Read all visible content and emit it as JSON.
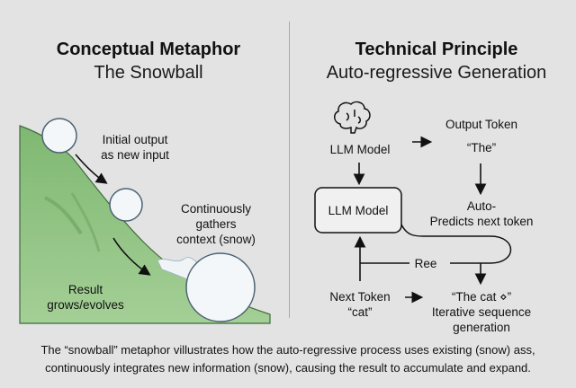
{
  "left_panel": {
    "title": "Conceptual Metaphor",
    "subtitle": "The Snowball",
    "labels": {
      "initial": [
        "Initial output",
        "as new input"
      ],
      "gathers": [
        "Continuously",
        "gathers",
        "context (snow)"
      ],
      "result": [
        "Result",
        "grows/evolves"
      ]
    }
  },
  "right_panel": {
    "title": "Technical Principle",
    "subtitle": "Auto-regressive Generation",
    "nodes": {
      "brain_label": "LLM Model",
      "model_box": "LLM Model",
      "output_token": "Output Token",
      "output_value": "“The”",
      "predicts": [
        "Auto-",
        "Predicts next token"
      ],
      "loop_label": "Ree",
      "next_token": [
        "Next Token",
        "“cat”"
      ],
      "sequence": [
        "“The cat ⋄”",
        "Iterative sequence",
        "generation"
      ]
    }
  },
  "caption": [
    "The “snowball” metaphor villustrates how the auto-regressive process uses existing (snow) ass,",
    "continuously integrates new information (snow), causing the result to accumulate and expand."
  ],
  "colors": {
    "background": "#e3e3e4",
    "grass": "#86bd78",
    "snow": "#f4f7fa",
    "snow_outline": "#4c6272"
  }
}
